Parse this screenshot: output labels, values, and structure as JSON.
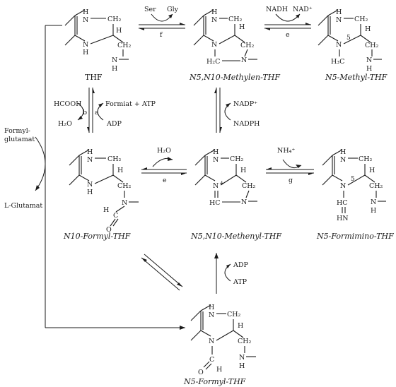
{
  "compounds": {
    "thf": "THF",
    "methylene": "N5,N10-Methylen-THF",
    "methyl": "N5-Methyl-THF",
    "formyl10": "N10-Formyl-THF",
    "methenyl": "N5,N10-Methenyl-THF",
    "formimino": "N5-Formimino-THF",
    "formyl5": "N5-Formyl-THF"
  },
  "reactions": {
    "f": {
      "in": "Ser",
      "out": "Gly",
      "letter": "f"
    },
    "e_top": {
      "in": "NADH",
      "out": "NAD⁺",
      "letter": "e"
    },
    "ab": {
      "in1": "HCOOH",
      "in2": "H₂O",
      "out1": "Formiat + ATP",
      "out2": "ADP",
      "letter_b": "b",
      "letter_a": "a"
    },
    "nadp": {
      "a": "NADP⁺",
      "b": "NADPH"
    },
    "e_mid": {
      "out": "H₂O",
      "letter": "e"
    },
    "g": {
      "in": "NH₄⁺",
      "letter": "g"
    },
    "atp": {
      "a": "ADP",
      "b": "ATP"
    },
    "side": {
      "in": "Formyl-glutamat",
      "line1": "Formyl-",
      "line2": "glutamat",
      "out": "L-Glutamat"
    }
  },
  "atoms": {
    "H": "H",
    "N": "N",
    "CH2": "CH₂",
    "H2C": "H₂C",
    "H3C": "H₃C",
    "C": "C",
    "O": "O",
    "HC": "HC",
    "HN": "HN",
    "n5": "5"
  }
}
